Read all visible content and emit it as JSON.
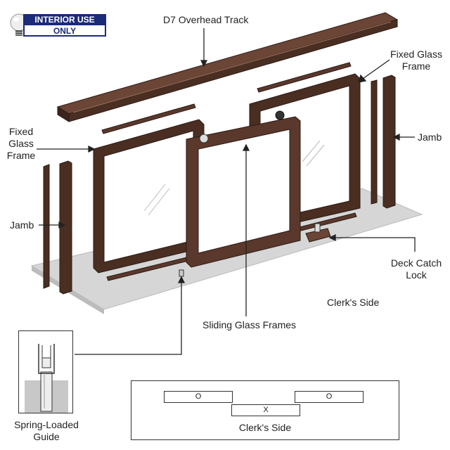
{
  "badge": {
    "line1": "INTERIOR USE",
    "line2": "ONLY"
  },
  "labels": {
    "overhead_track": "D7 Overhead Track",
    "fixed_glass_frame_right": "Fixed Glass Frame",
    "fixed_glass_frame_left": "Fixed Glass Frame",
    "jamb_right": "Jamb",
    "jamb_left": "Jamb",
    "deck_catch_lock": "Deck Catch Lock",
    "clerks_side_main": "Clerk's Side",
    "sliding_glass_frames": "Sliding Glass Frames",
    "spring_loaded_guide": "Spring-Loaded Guide"
  },
  "plan": {
    "left_panel": "O",
    "right_panel": "O",
    "center_panel": "X",
    "caption": "Clerk's Side"
  },
  "colors": {
    "frame": "#4a2e22",
    "frame_light": "#7a5444",
    "deck": "#d4d4d4",
    "badge": "#1c2a7a"
  }
}
